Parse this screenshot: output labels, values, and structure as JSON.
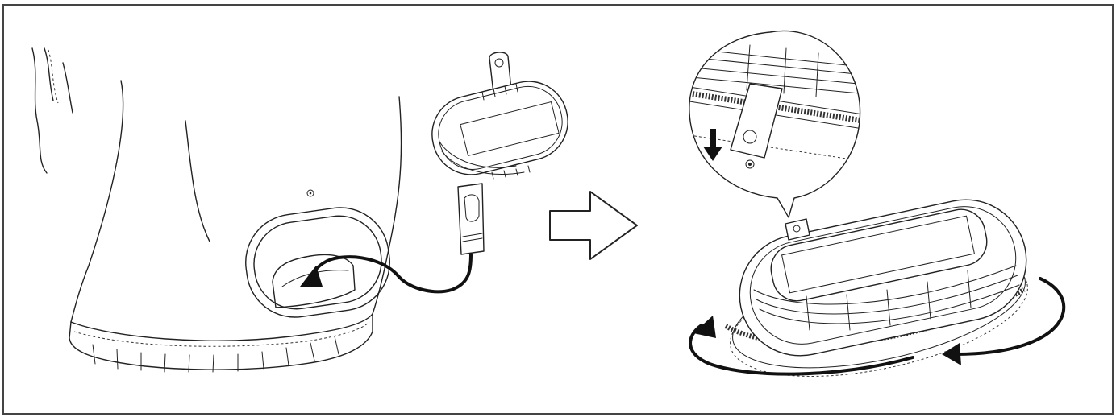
{
  "figure": {
    "panels": [
      {
        "id": "panel-left",
        "content": "seat-back-with-opening-and-cushion"
      },
      {
        "id": "panel-right",
        "content": "cushion-installed-with-detail-callout"
      }
    ],
    "icons": {
      "step_arrow": "hollow-right-arrow-icon",
      "insert_arrow": "curved-insert-arrow-icon",
      "push_arrow": "down-arrow-icon",
      "rotate_arrows": "rotate-arrows-icon"
    },
    "colors": {
      "line": "#222222",
      "background": "#ffffff",
      "arrow": "#111111"
    }
  }
}
